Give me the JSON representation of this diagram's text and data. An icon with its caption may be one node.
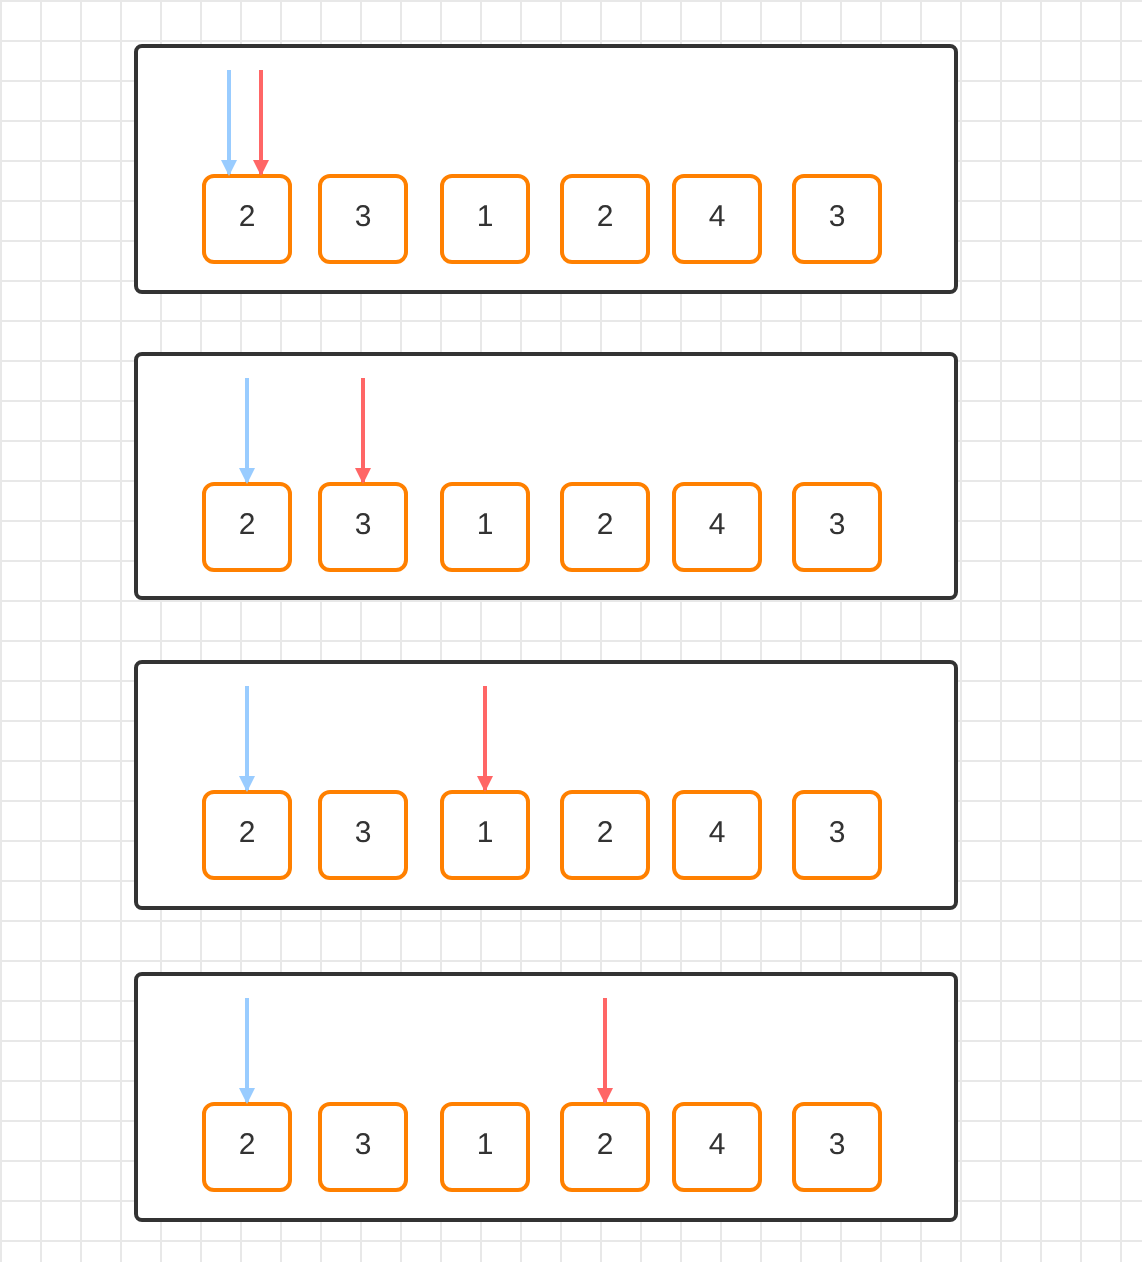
{
  "diagram": {
    "nodes": [
      {
        "text": [],
        "shape": "box"
      },
      {
        "text": [
          "2"
        ],
        "in": 0
      },
      {
        "text": [
          "3"
        ],
        "in": 0
      },
      {
        "text": [
          "1"
        ],
        "in": 0
      },
      {
        "text": [
          "2"
        ],
        "in": 0
      },
      {
        "text": [
          "4"
        ],
        "in": 0
      },
      {
        "text": [
          "3"
        ],
        "in": 0
      },
      {
        "text": [],
        "shape": "box"
      },
      {
        "text": [
          "2"
        ],
        "in": 7
      },
      {
        "text": [
          "3"
        ],
        "in": 7
      },
      {
        "text": [
          "1"
        ],
        "in": 7
      },
      {
        "text": [
          "2"
        ],
        "in": 7
      },
      {
        "text": [
          "4"
        ],
        "in": 7
      },
      {
        "text": [
          "3"
        ],
        "in": 7
      },
      {
        "text": [],
        "shape": "box"
      },
      {
        "text": [
          "2"
        ],
        "in": 14
      },
      {
        "text": [
          "3"
        ],
        "in": 14
      },
      {
        "text": [
          "1"
        ],
        "in": 14
      },
      {
        "text": [
          "2"
        ],
        "in": 14
      },
      {
        "text": [
          "4"
        ],
        "in": 14
      },
      {
        "text": [
          "3"
        ],
        "in": 14
      },
      {
        "text": [],
        "shape": "box"
      },
      {
        "text": [
          "2"
        ],
        "in": 21
      },
      {
        "text": [
          "3"
        ],
        "in": 21
      },
      {
        "text": [
          "1"
        ],
        "in": 21
      },
      {
        "text": [
          "2"
        ],
        "in": 21
      },
      {
        "text": [
          "4"
        ],
        "in": 21
      },
      {
        "text": [
          "3"
        ],
        "in": 21
      }
    ],
    "edges": [
      {
        "from": null,
        "to": 1,
        "arrow": "to",
        "color": "#99ccff"
      },
      {
        "from": null,
        "to": 1,
        "arrow": "to",
        "color": "#ff6666"
      },
      {
        "from": null,
        "to": 8,
        "arrow": "to",
        "color": "#99ccff"
      },
      {
        "from": null,
        "to": 9,
        "arrow": "to",
        "color": "#ff6666"
      },
      {
        "from": null,
        "to": 15,
        "arrow": "to",
        "color": "#99ccff"
      },
      {
        "from": null,
        "to": 17,
        "arrow": "to",
        "color": "#ff6666"
      },
      {
        "from": null,
        "to": 22,
        "arrow": "to",
        "color": "#99ccff"
      },
      {
        "from": null,
        "to": 25,
        "arrow": "to",
        "color": "#ff6666"
      }
    ]
  }
}
